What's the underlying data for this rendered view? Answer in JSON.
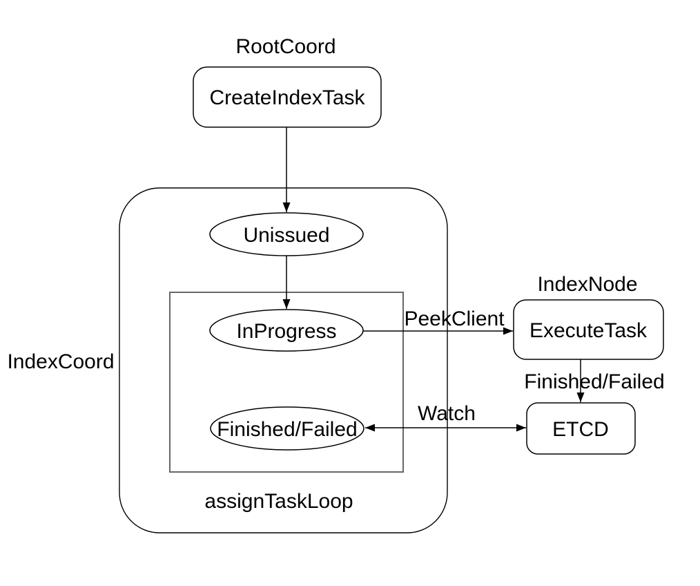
{
  "diagram": {
    "colors": {
      "background": "#ffffff",
      "stroke": "#000000",
      "loop_box_stroke": "#666666",
      "text": "#000000"
    },
    "groups": {
      "root_coord_label": "RootCoord",
      "index_coord_label": "IndexCoord",
      "index_node_label": "IndexNode",
      "assign_task_loop_label": "assignTaskLoop"
    },
    "nodes": {
      "create_index_task_label": "CreateIndexTask",
      "unissued_label": "Unissued",
      "in_progress_label": "InProgress",
      "finished_failed_state_label": "Finished/Failed",
      "execute_task_label": "ExecuteTask",
      "etcd_label": "ETCD"
    },
    "edges": {
      "peek_client_label": "PeekClient",
      "finished_failed_label": "Finished/Failed",
      "watch_label": "Watch"
    }
  }
}
